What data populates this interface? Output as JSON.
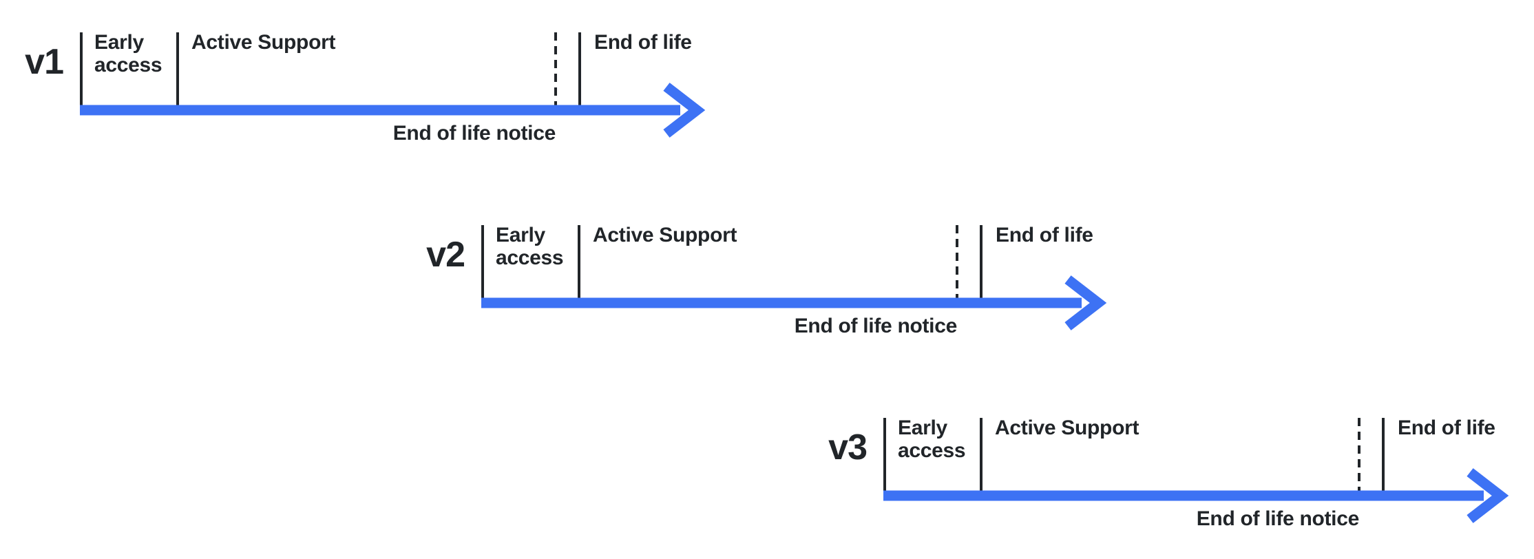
{
  "colors": {
    "accent": "#3D72F4",
    "ink": "#212529"
  },
  "rows": [
    {
      "version": "v1",
      "early_access": "Early access",
      "active_support": "Active Support",
      "end_of_life": "End of life",
      "eol_notice": "End of life notice"
    },
    {
      "version": "v2",
      "early_access": "Early access",
      "active_support": "Active Support",
      "end_of_life": "End of life",
      "eol_notice": "End of life notice"
    },
    {
      "version": "v3",
      "early_access": "Early access",
      "active_support": "Active Support",
      "end_of_life": "End of life",
      "eol_notice": "End of life notice"
    }
  ]
}
